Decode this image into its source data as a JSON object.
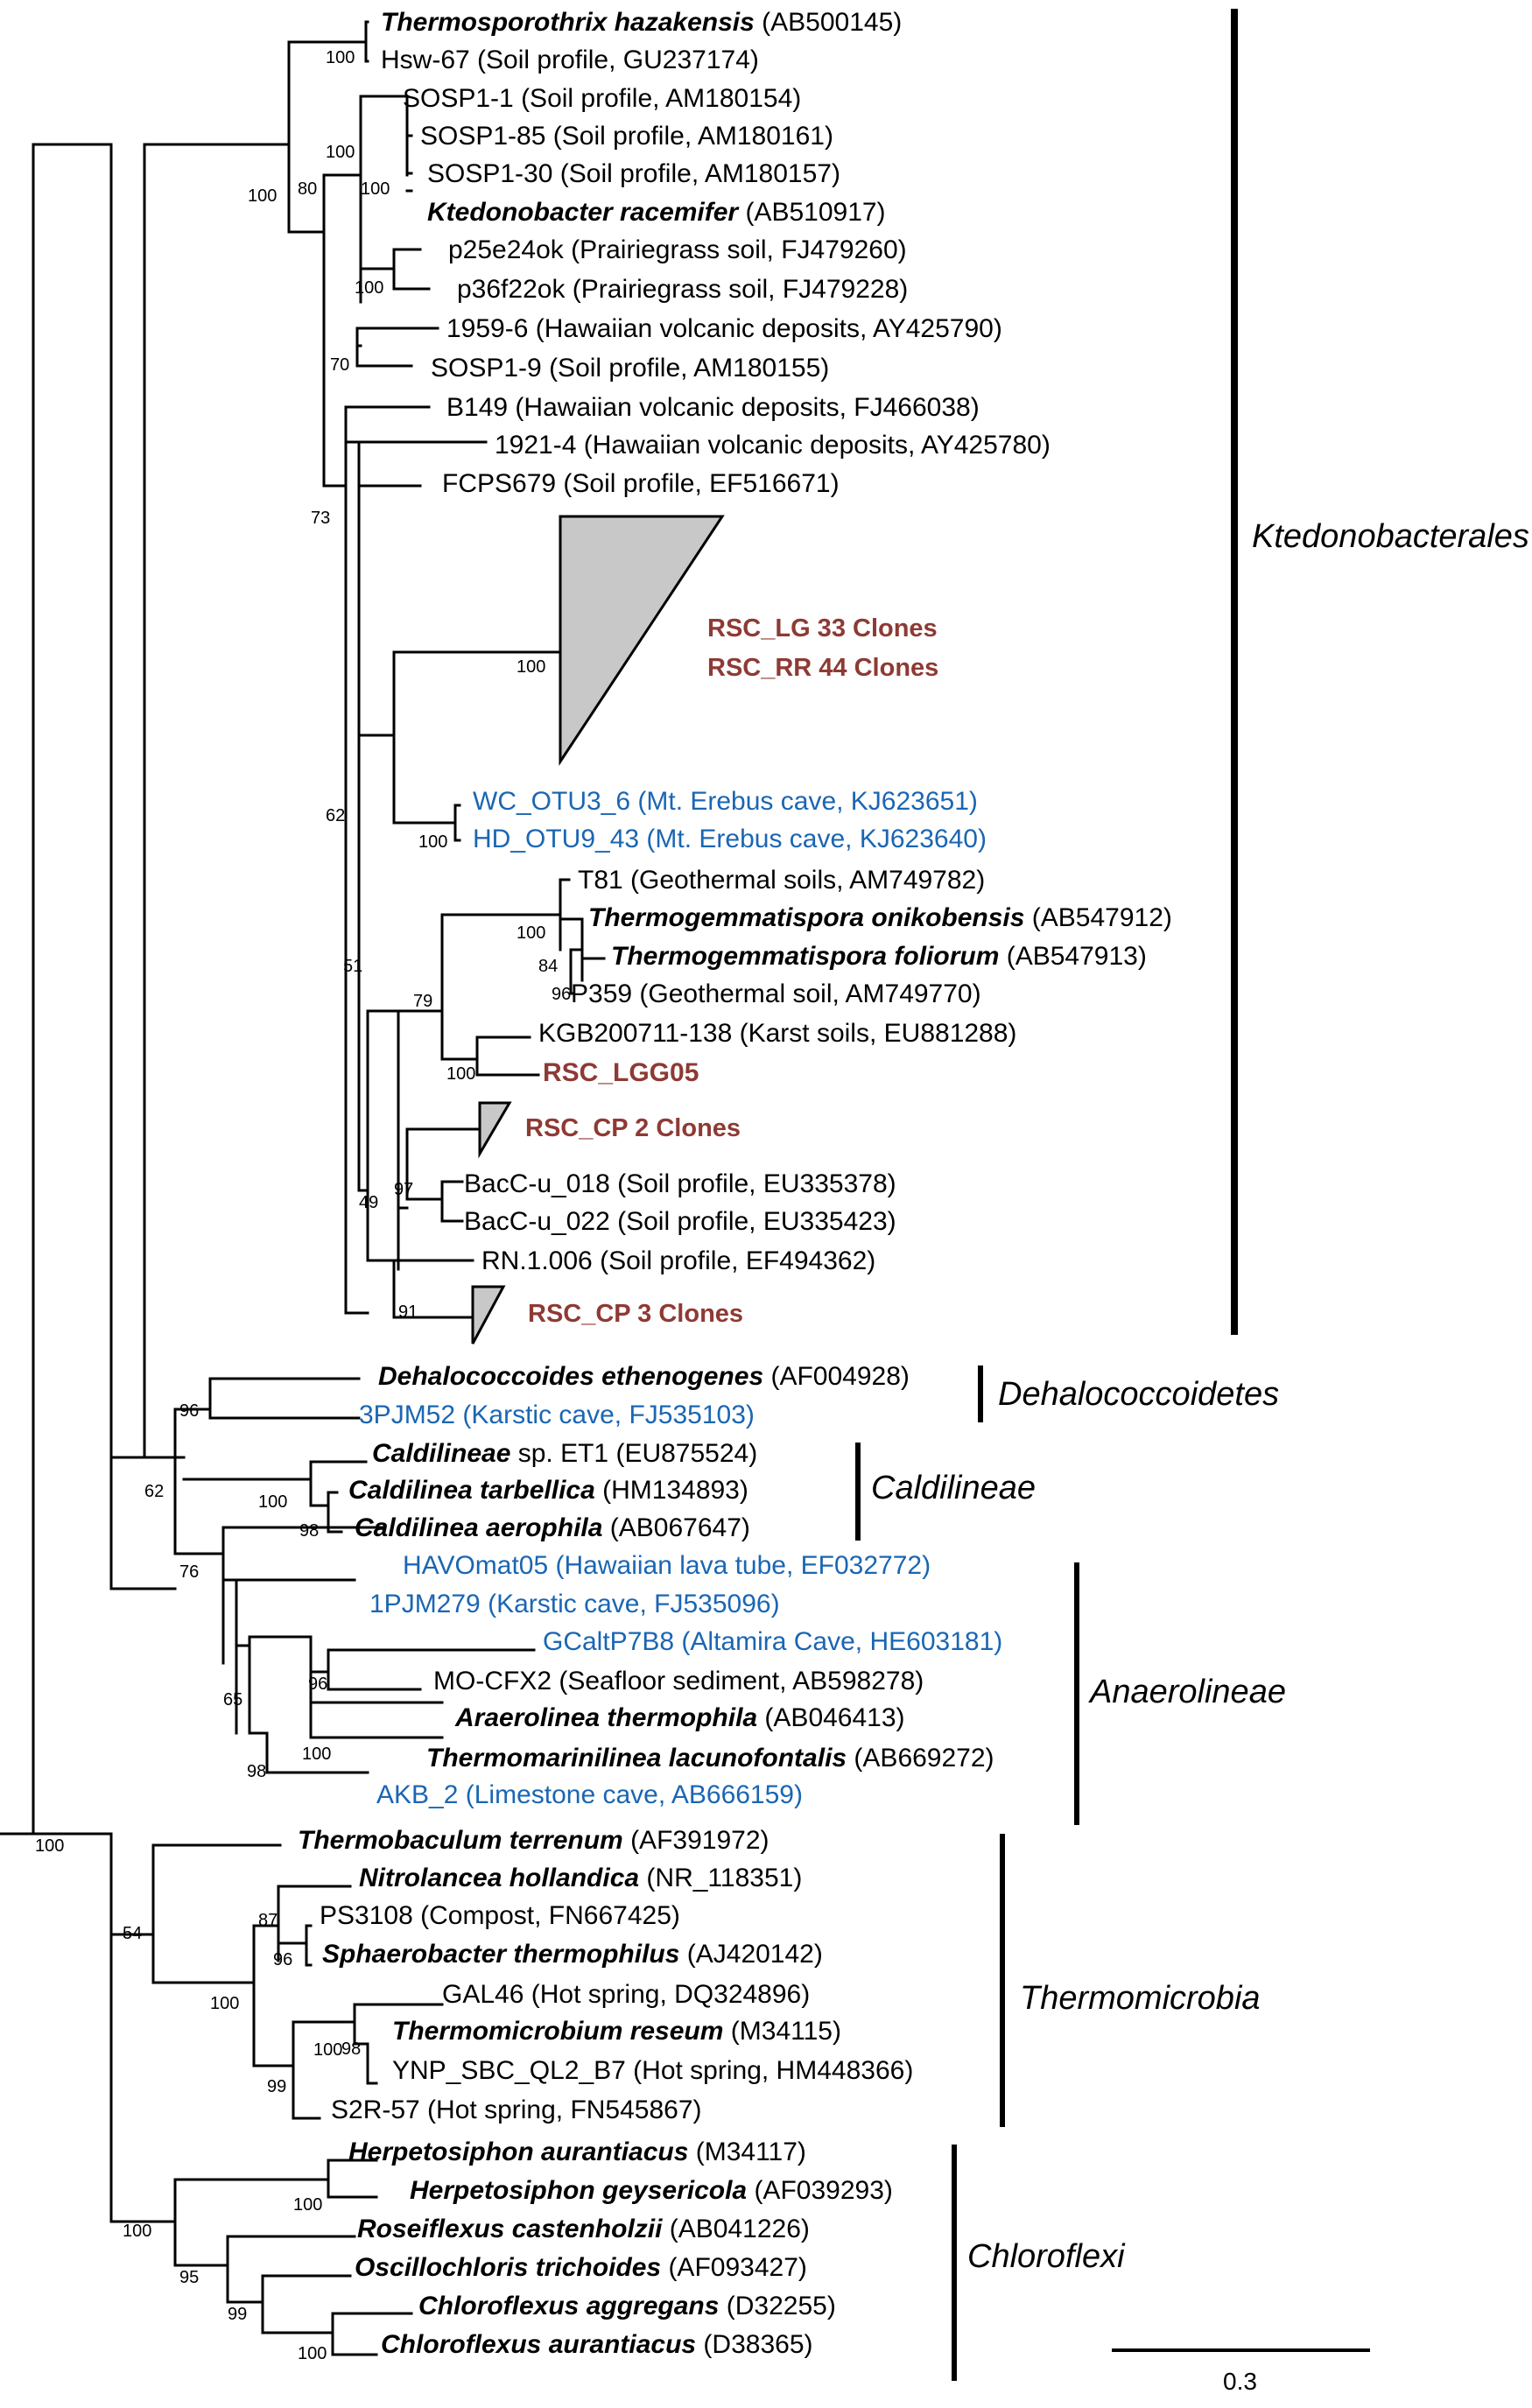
{
  "colors": {
    "branch": "#000000",
    "cave_taxa": "#1a66b3",
    "study_clones": "#8e3a34",
    "collapsed_fill": "#c8c8c8"
  },
  "taxa": [
    {
      "name": "Thermosporothrix hazakensis",
      "acc": "(AB500145)",
      "style": "bold-italic"
    },
    {
      "name": "Hsw-67",
      "acc": "(Soil profile, GU237174)",
      "style": "plain"
    },
    {
      "name": "SOSP1-1",
      "acc": "(Soil profile, AM180154)",
      "style": "plain"
    },
    {
      "name": "SOSP1-85",
      "acc": "(Soil profile, AM180161)",
      "style": "plain"
    },
    {
      "name": "SOSP1-30",
      "acc": "(Soil profile, AM180157)",
      "style": "plain"
    },
    {
      "name": "Ktedonobacter racemifer",
      "acc": "(AB510917)",
      "style": "bold-italic"
    },
    {
      "name": "p25e24ok",
      "acc": "(Prairiegrass soil, FJ479260)",
      "style": "plain"
    },
    {
      "name": "p36f22ok",
      "acc": "(Prairiegrass soil, FJ479228)",
      "style": "plain"
    },
    {
      "name": "1959-6",
      "acc": "(Hawaiian volcanic deposits, AY425790)",
      "style": "plain"
    },
    {
      "name": "SOSP1-9",
      "acc": "(Soil profile, AM180155)",
      "style": "plain"
    },
    {
      "name": "B149",
      "acc": "(Hawaiian volcanic deposits, FJ466038)",
      "style": "plain"
    },
    {
      "name": "1921-4",
      "acc": "(Hawaiian volcanic deposits, AY425780)",
      "style": "plain"
    },
    {
      "name": "FCPS679",
      "acc": "(Soil profile, EF516671)",
      "style": "plain"
    },
    {
      "name": "WC_OTU3_6",
      "acc": "(Mt. Erebus cave, KJ623651)",
      "style": "blue"
    },
    {
      "name": "HD_OTU9_43",
      "acc": "(Mt. Erebus cave, KJ623640)",
      "style": "blue"
    },
    {
      "name": "T81",
      "acc": "(Geothermal soils, AM749782)",
      "style": "plain"
    },
    {
      "name": "Thermogemmatispora onikobensis",
      "acc": "(AB547912)",
      "style": "bold-italic"
    },
    {
      "name": "Thermogemmatispora foliorum",
      "acc": "(AB547913)",
      "style": "bold-italic"
    },
    {
      "name": "P359",
      "acc": "(Geothermal soil, AM749770)",
      "style": "plain"
    },
    {
      "name": "KGB200711-138",
      "acc": "(Karst soils, EU881288)",
      "style": "plain"
    },
    {
      "name": "RSC_LGG05",
      "acc": "",
      "style": "red"
    },
    {
      "name": "BacC-u_018",
      "acc": "(Soil profile, EU335378)",
      "style": "plain"
    },
    {
      "name": "BacC-u_022",
      "acc": "(Soil profile, EU335423)",
      "style": "plain"
    },
    {
      "name": "RN.1.006",
      "acc": "(Soil profile, EF494362)",
      "style": "plain"
    },
    {
      "name": "Dehalococcoides ethenogenes",
      "acc": "(AF004928)",
      "style": "bold-italic"
    },
    {
      "name": "3PJM52",
      "acc": "(Karstic cave, FJ535103)",
      "style": "blue"
    },
    {
      "name": "Caldilineae",
      "acc": "sp. ET1 (EU875524)",
      "style": "bold-italic"
    },
    {
      "name": "Caldilinea tarbellica",
      "acc": "(HM134893)",
      "style": "bold-italic"
    },
    {
      "name": "Caldilinea aerophila",
      "acc": "(AB067647)",
      "style": "bold-italic"
    },
    {
      "name": "HAVOmat05",
      "acc": "(Hawaiian lava tube, EF032772)",
      "style": "blue"
    },
    {
      "name": "1PJM279",
      "acc": "(Karstic cave, FJ535096)",
      "style": "blue"
    },
    {
      "name": "GCaltP7B8",
      "acc": "(Altamira Cave, HE603181)",
      "style": "blue"
    },
    {
      "name": "MO-CFX2",
      "acc": "(Seafloor sediment, AB598278)",
      "style": "plain"
    },
    {
      "name": "Araerolinea thermophila",
      "acc": "(AB046413)",
      "style": "bold-italic"
    },
    {
      "name": "Thermomarinilinea lacunofontalis",
      "acc": "(AB669272)",
      "style": "bold-italic"
    },
    {
      "name": "AKB_2",
      "acc": "(Limestone cave, AB666159)",
      "style": "blue"
    },
    {
      "name": "Thermobaculum terrenum",
      "acc": "(AF391972)",
      "style": "bold-italic"
    },
    {
      "name": "Nitrolancea hollandica",
      "acc": "(NR_118351)",
      "style": "bold-italic"
    },
    {
      "name": "PS3108",
      "acc": "(Compost, FN667425)",
      "style": "plain"
    },
    {
      "name": "Sphaerobacter thermophilus",
      "acc": "(AJ420142)",
      "style": "bold-italic"
    },
    {
      "name": "GAL46",
      "acc": "(Hot spring, DQ324896)",
      "style": "plain"
    },
    {
      "name": "Thermomicrobium reseum",
      "acc": "(M34115)",
      "style": "bold-italic"
    },
    {
      "name": "YNP_SBC_QL2_B7",
      "acc": "(Hot spring, HM448366)",
      "style": "plain"
    },
    {
      "name": "S2R-57",
      "acc": "(Hot spring, FN545867)",
      "style": "plain"
    },
    {
      "name": "Herpetosiphon aurantiacus",
      "acc": "(M34117)",
      "style": "bold-italic"
    },
    {
      "name": "Herpetosiphon geysericola",
      "acc": "(AF039293)",
      "style": "bold-italic"
    },
    {
      "name": "Roseiflexus castenholzii",
      "acc": "(AB041226)",
      "style": "bold-italic"
    },
    {
      "name": "Oscillochloris trichoides",
      "acc": "(AF093427)",
      "style": "bold-italic"
    },
    {
      "name": "Chloroflexus aggregans",
      "acc": "(D32255)",
      "style": "bold-italic"
    },
    {
      "name": "Chloroflexus aurantiacus",
      "acc": "(D38365)",
      "style": "bold-italic"
    }
  ],
  "collapsed_clades": [
    {
      "labels": [
        "RSC_LG 33 Clones",
        "RSC_RR 44 Clones"
      ]
    },
    {
      "labels": [
        "RSC_CP 2 Clones"
      ]
    },
    {
      "labels": [
        "RSC_CP 3 Clones"
      ]
    }
  ],
  "bootstrap": [
    "100",
    "100",
    "80",
    "100",
    "100",
    "100",
    "70",
    "73",
    "100",
    "100",
    "62",
    "100",
    "84",
    "96",
    "79",
    "100",
    "97",
    "49",
    "91",
    "51",
    "96",
    "62",
    "100",
    "98",
    "76",
    "96",
    "65",
    "98",
    "100",
    "87",
    "96",
    "100",
    "98",
    "100",
    "99",
    "54",
    "100",
    "100",
    "95",
    "99",
    "100"
  ],
  "groups": [
    "Ktedonobacterales",
    "Dehalococcoidetes",
    "Caldilineae",
    "Anaerolineae",
    "Thermomicrobia",
    "Chloroflexi"
  ],
  "scale": {
    "label": "0.3"
  }
}
